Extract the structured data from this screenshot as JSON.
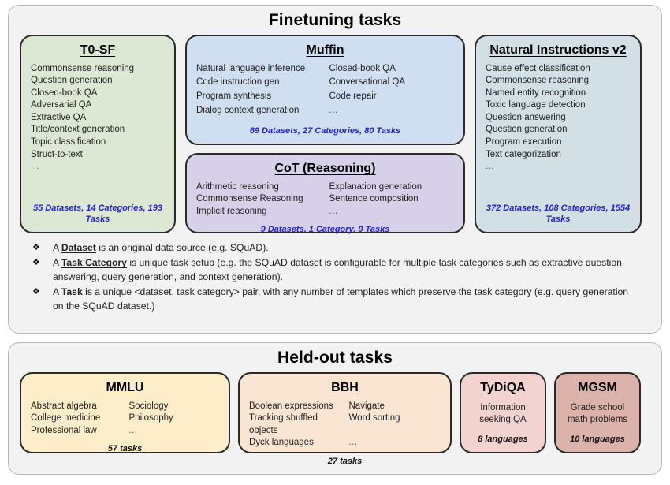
{
  "finetuning": {
    "title": "Finetuning tasks",
    "cards": [
      {
        "name": "t0sf",
        "title": "T0-SF",
        "color": "#dde8d4",
        "items_left": [
          "Commonsense reasoning",
          "Question generation",
          "Closed-book QA",
          "Adversarial QA",
          "Extractive QA",
          "Title/context generation",
          "Topic classification",
          "Struct-to-text",
          "..."
        ],
        "stat": "55 Datasets, 14 Categories, 193 Tasks"
      },
      {
        "name": "muffin",
        "title": "Muffin",
        "color": "#cfdff1",
        "items_left": [
          "Natural language inference",
          "Code instruction gen.",
          "Program synthesis",
          "Dialog context generation"
        ],
        "items_right": [
          "Closed-book QA",
          "Conversational QA",
          "Code repair",
          "..."
        ],
        "stat": "69 Datasets, 27 Categories, 80 Tasks"
      },
      {
        "name": "cot",
        "title": "CoT (Reasoning)",
        "color": "#d6d0e8",
        "items_left": [
          "Arithmetic reasoning",
          "Commonsense Reasoning",
          "Implicit reasoning"
        ],
        "items_right": [
          "Explanation generation",
          "Sentence composition",
          "..."
        ],
        "stat": "9 Datasets, 1 Category, 9 Tasks"
      },
      {
        "name": "natural-instructions-v2",
        "title": "Natural Instructions v2",
        "color": "#d2dfe4",
        "items_left": [
          "Cause effect classification",
          "Commonsense reasoning",
          "Named entity recognition",
          "Toxic language detection",
          "Question answering",
          "Question generation",
          "Program execution",
          "Text categorization",
          "..."
        ],
        "stat": "372 Datasets, 108 Categories, 1554 Tasks"
      }
    ],
    "definitions": [
      {
        "bullet": "❖",
        "prefix": "A ",
        "term": "Dataset",
        "suffix": " is an original data source (e.g. SQuAD)."
      },
      {
        "bullet": "❖",
        "prefix": "A ",
        "term": "Task Category",
        "suffix": " is unique task setup (e.g. the SQuAD dataset is configurable for multiple task categories such as extractive question answering, query generation, and context generation)."
      },
      {
        "bullet": "❖",
        "prefix": "A ",
        "term": "Task",
        "suffix": " is a unique <dataset, task category> pair, with any number of templates which preserve the task category (e.g. query generation on the SQuAD dataset.)"
      }
    ]
  },
  "heldout": {
    "title": "Held-out tasks",
    "cards": [
      {
        "name": "mmlu",
        "title": "MMLU",
        "color": "#fdeec9",
        "items_left": [
          "Abstract algebra",
          "College medicine",
          "Professional law"
        ],
        "items_right": [
          "Sociology",
          "Philosophy",
          "..."
        ],
        "stat": "57 tasks"
      },
      {
        "name": "bbh",
        "title": "BBH",
        "color": "#fae5d3",
        "items_left": [
          "Boolean expressions",
          "Tracking shuffled objects",
          "Dyck languages"
        ],
        "items_right": [
          "Navigate",
          "Word sorting",
          "..."
        ],
        "stat": "27 tasks"
      },
      {
        "name": "tydiqa",
        "title": "TyDiQA",
        "color": "#f2d3d0",
        "lines": [
          "Information",
          "seeking QA"
        ],
        "stat": "8 languages"
      },
      {
        "name": "mgsm",
        "title": "MGSM",
        "color": "#dcb3aa",
        "lines": [
          "Grade school",
          "math problems"
        ],
        "stat": "10 languages"
      }
    ]
  },
  "colors": {
    "panel_bg": "#f2f2f2",
    "panel_border": "#b9b9b9",
    "card_border": "#2a2a2a",
    "stat_blue": "#2323c8",
    "stat_dark": "#121212"
  }
}
